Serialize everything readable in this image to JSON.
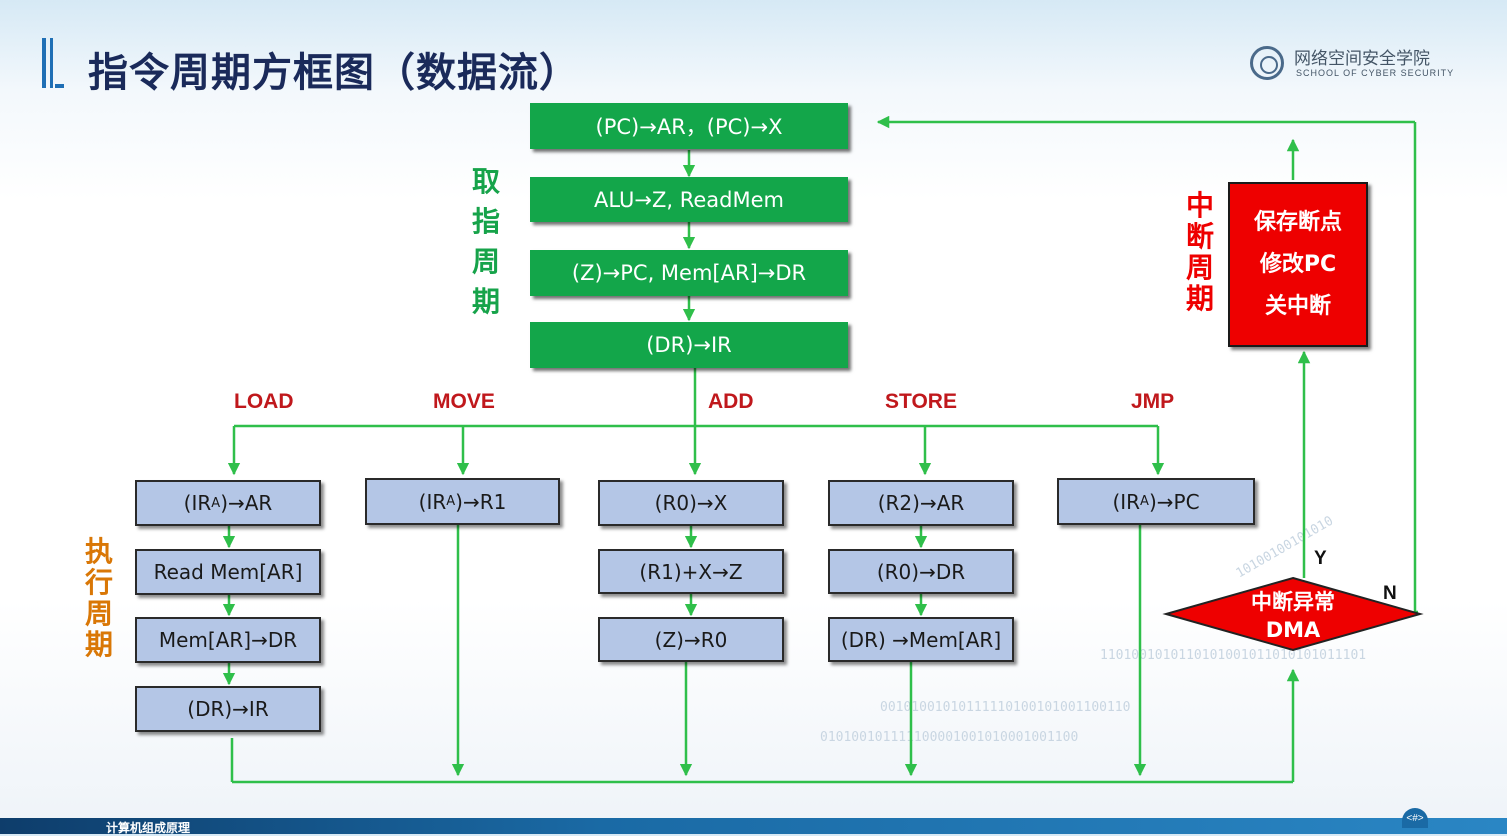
{
  "title": "指令周期方框图（数据流）",
  "logo": {
    "cn": "网络空间安全学院",
    "en": "SCHOOL OF CYBER SECURITY"
  },
  "fetch_label": "取指周期",
  "exec_label": "执行周期",
  "interrupt_label": "中断周期",
  "fetch_steps": [
    "(PC)→AR，(PC)→X",
    "ALU→Z, ReadMem",
    "(Z)→PC,  Mem[AR]→DR",
    "(DR)→IR"
  ],
  "ops": [
    "LOAD",
    "MOVE",
    "ADD",
    "STORE",
    "JMP"
  ],
  "load_steps": {
    "s0_pre": "(IR",
    "s0_sub": "A",
    "s0_post": ")→AR",
    "s1": "Read Mem[AR]",
    "s2": "Mem[AR]→DR",
    "s3": "(DR)→IR"
  },
  "move_step": {
    "pre": "(IR",
    "sub": "A",
    "post": ")→R1"
  },
  "add_steps": [
    "(R0)→X",
    "(R1)+X→Z",
    "(Z)→R0"
  ],
  "store_steps": [
    "(R2)→AR",
    "(R0)→DR",
    "(DR) →Mem[AR]"
  ],
  "jmp_step": {
    "pre": "(IR",
    "sub": "A",
    "post": ")→PC"
  },
  "interrupt_steps": [
    "保存断点",
    "修改PC",
    "关中断"
  ],
  "decision": [
    "中断异常",
    "DMA"
  ],
  "decision_yes": "Y",
  "decision_no": "N",
  "footer": "计算机组成原理",
  "page_number": "<#>",
  "colors": {
    "green": "#13a64a",
    "blue_box": "#b4c6e6",
    "red": "#ee0000",
    "arrow": "#2fbf4a",
    "op_label": "#c0181c",
    "fetch_label": "#16a34a",
    "exec_label": "#d97706",
    "interrupt_label": "#ee0000"
  }
}
